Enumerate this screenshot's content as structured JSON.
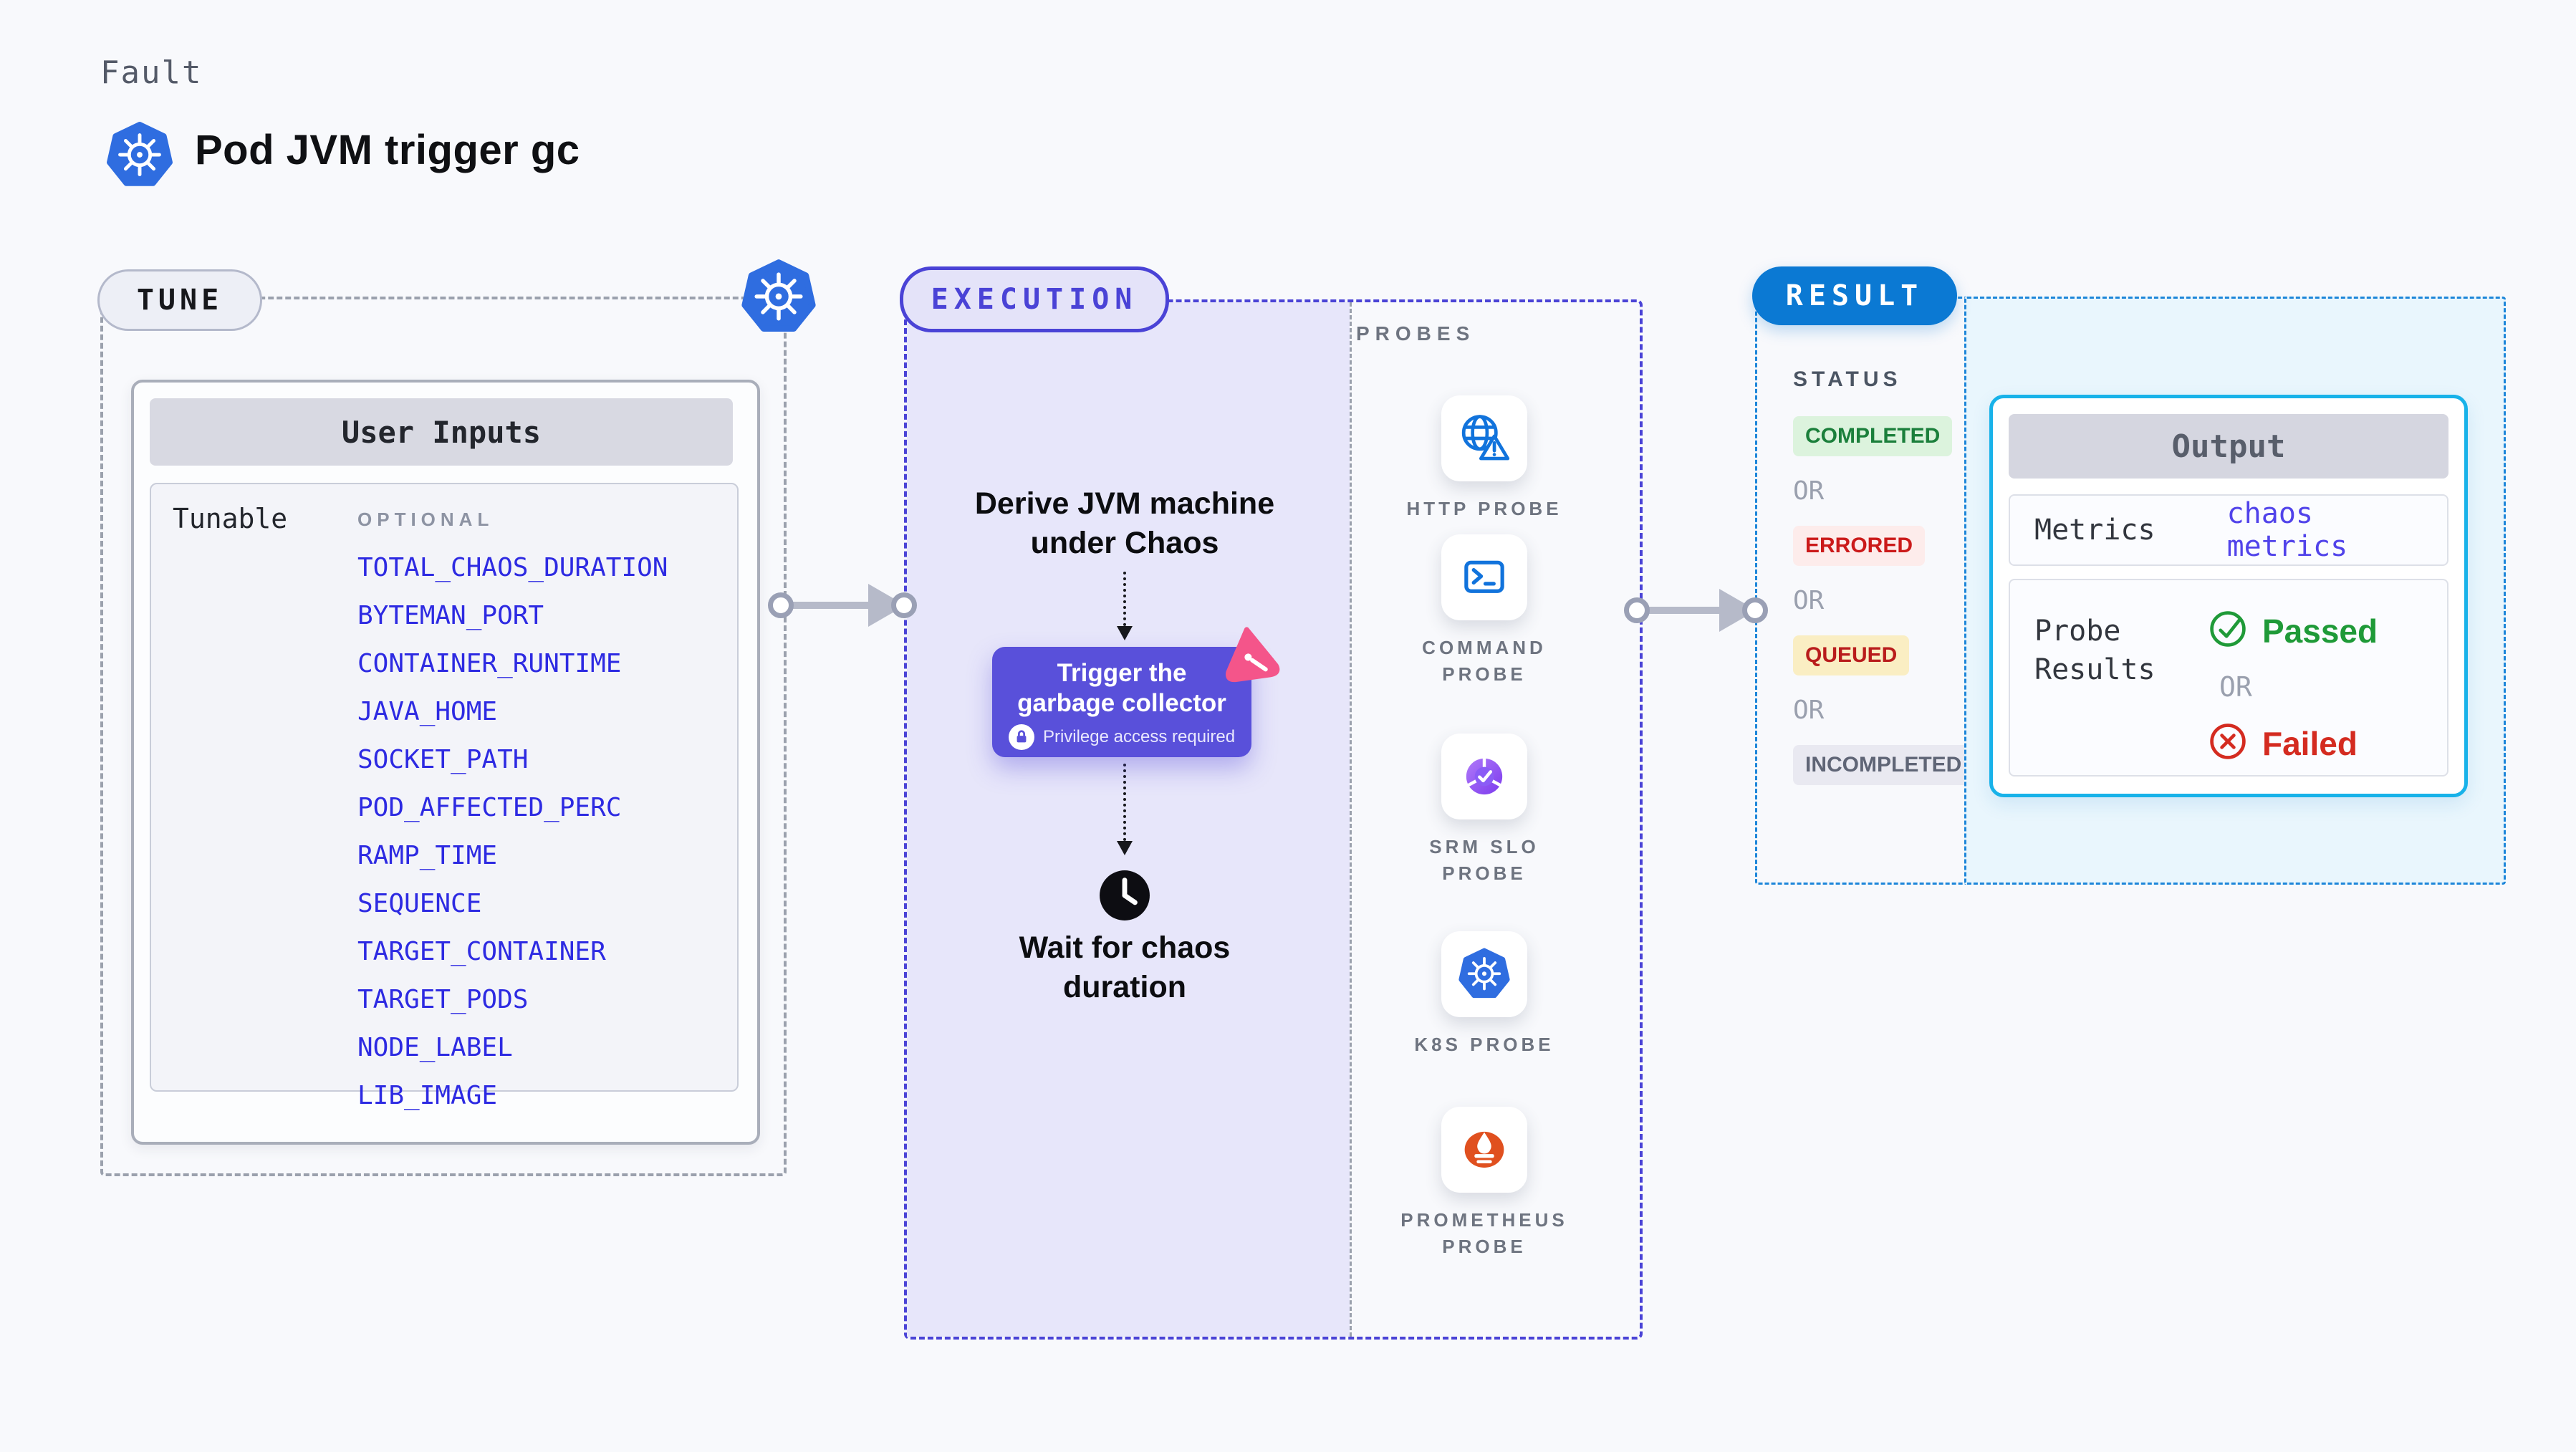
{
  "header": {
    "eyebrow": "Fault",
    "title": "Pod JVM trigger gc",
    "icon": "kubernetes-icon"
  },
  "tune": {
    "pill": "TUNE",
    "card_title": "User Inputs",
    "row_label": "Tunable",
    "column_header": "OPTIONAL",
    "inputs": [
      "TOTAL_CHAOS_DURATION",
      "BYTEMAN_PORT",
      "CONTAINER_RUNTIME",
      "JAVA_HOME",
      "SOCKET_PATH",
      "POD_AFFECTED_PERC",
      "RAMP_TIME",
      "SEQUENCE",
      "TARGET_CONTAINER",
      "TARGET_PODS",
      "NODE_LABEL",
      "LIB_IMAGE"
    ]
  },
  "execution": {
    "pill": "EXECUTION",
    "derive_line1": "Derive JVM machine",
    "derive_line2": "under Chaos",
    "trigger_title": "Trigger the garbage collector",
    "trigger_subtitle": "Privilege access required",
    "wait_line1": "Wait for chaos",
    "wait_line2": "duration",
    "probes_label": "PROBES",
    "probes": [
      {
        "icon": "globe-alert-icon",
        "line1": "HTTP PROBE",
        "line2": ""
      },
      {
        "icon": "terminal-icon",
        "line1": "COMMAND",
        "line2": "PROBE"
      },
      {
        "icon": "slo-donut-icon",
        "line1": "SRM SLO",
        "line2": "PROBE"
      },
      {
        "icon": "kubernetes-icon",
        "line1": "K8S PROBE",
        "line2": ""
      },
      {
        "icon": "prometheus-icon",
        "line1": "PROMETHEUS",
        "line2": "PROBE"
      }
    ]
  },
  "result": {
    "pill": "RESULT",
    "status_label": "STATUS",
    "or_label": "OR",
    "statuses": [
      {
        "text": "COMPLETED",
        "variant": "success"
      },
      {
        "text": "ERRORED",
        "variant": "error"
      },
      {
        "text": "QUEUED",
        "variant": "queued"
      },
      {
        "text": "INCOMPLETED",
        "variant": "neutral"
      }
    ],
    "output": {
      "title": "Output",
      "metrics_label": "Metrics",
      "metrics_value": "chaos metrics",
      "probe_results_label": "Probe Results",
      "passed_label": "Passed",
      "failed_label": "Failed"
    }
  },
  "colors": {
    "page_bg": "#f8f9fc",
    "indigo_accent": "#4a43d6",
    "execution_fill": "#e7e6fa",
    "trigger_card": "#5950da",
    "result_blue": "#0b79d3",
    "result_dash_blue": "#1d86d9",
    "output_border": "#18b2e9",
    "output_panel_bg": "#e9f6fd",
    "success_green": "#1f9a38",
    "error_red": "#d42b20",
    "queued_bg": "#faeec3",
    "kubernetes_blue": "#2f6de0",
    "litmus_pink": "#f4558a",
    "link_blue": "#2d2ae2",
    "gray_dash": "#9ba1ad"
  }
}
